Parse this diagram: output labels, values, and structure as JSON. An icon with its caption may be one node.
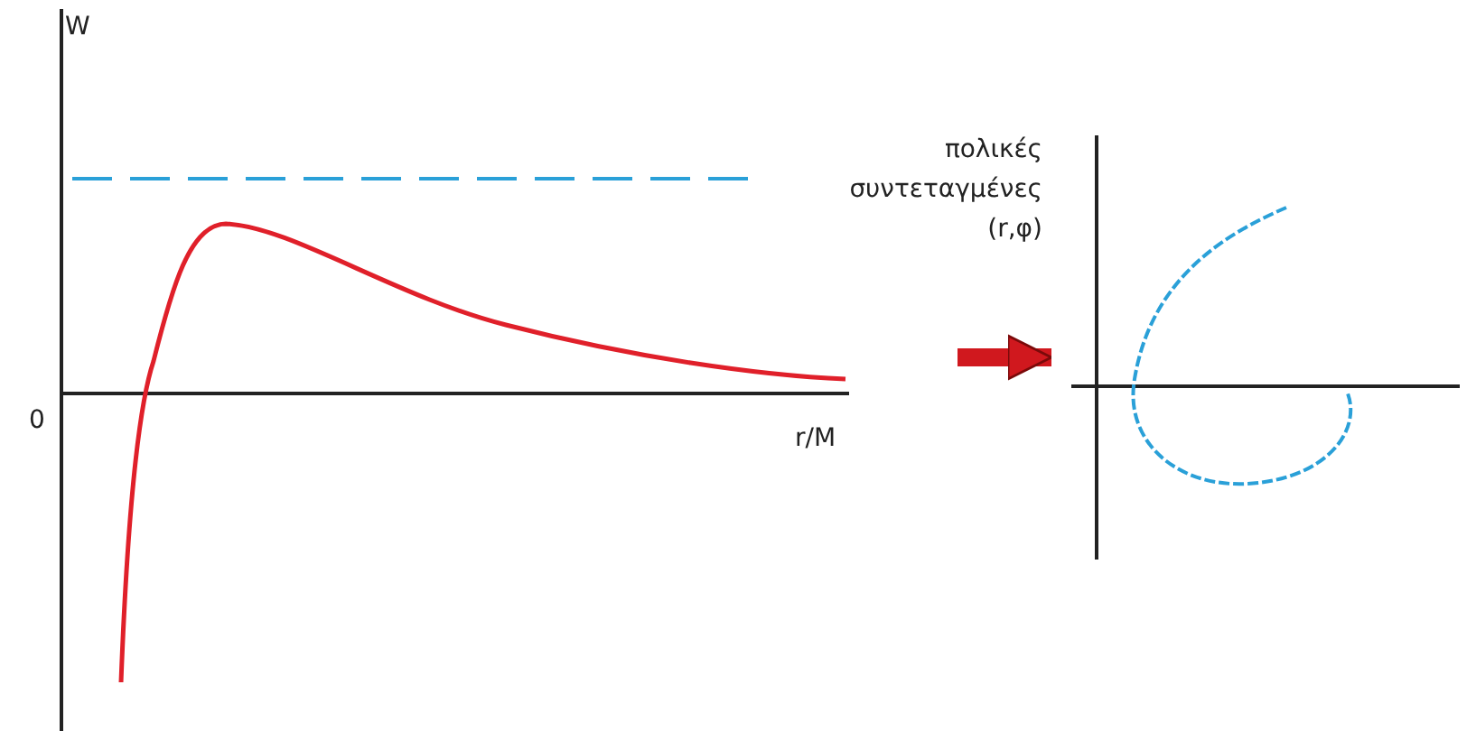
{
  "diagram": {
    "nodes": [
      {
        "text": [],
        "shape": "picture"
      },
      {
        "text": [],
        "shape": "picture"
      }
    ],
    "edges": [
      {
        "from": 0,
        "to": 1,
        "arrow": "to"
      }
    ],
    "labels": [
      "W",
      "πολικές συντεταγμένες (r,φ)",
      "0",
      "r/M"
    ]
  }
}
